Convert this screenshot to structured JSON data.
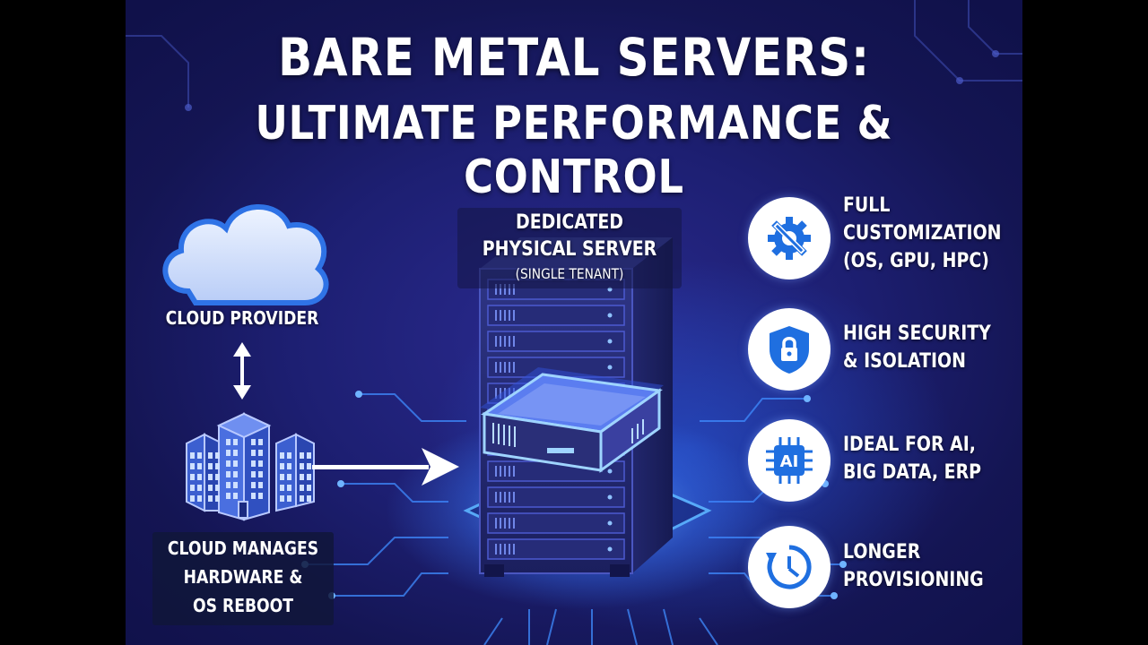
{
  "title": {
    "line1": "BARE METAL SERVERS:",
    "line2": "ULTIMATE PERFORMANCE & CONTROL"
  },
  "left": {
    "cloud_label": "CLOUD PROVIDER",
    "manage_lines": [
      "CLOUD MANAGES",
      "HARDWARE &",
      "OS REBOOT"
    ],
    "icons": [
      "cloud-icon",
      "double-arrow-icon",
      "building-icon",
      "right-arrow-icon"
    ]
  },
  "center": {
    "caption_lines": [
      "DEDICATED",
      "PHYSICAL SERVER",
      "(SINGLE TENANT)"
    ],
    "icons": [
      "server-rack-icon",
      "glowing-server-unit-icon"
    ]
  },
  "features": [
    {
      "icon": "gear-wrench-icon",
      "lines": [
        "FULL",
        "CUSTOMIZATION",
        "(OS, GPU, HPC)"
      ]
    },
    {
      "icon": "shield-lock-icon",
      "lines": [
        "HIGH SECURITY",
        "& ISOLATION"
      ]
    },
    {
      "icon": "ai-chip-icon",
      "chip_text": "AI",
      "lines": [
        "IDEAL FOR AI,",
        "BIG DATA, ERP"
      ]
    },
    {
      "icon": "clock-icon",
      "lines": [
        "LONGER",
        "PROVISIONING"
      ]
    }
  ],
  "colors": {
    "background": "#1d1f72",
    "accent_blue": "#1f6fe0",
    "glow": "#4aa8ff",
    "text": "#ffffff"
  }
}
